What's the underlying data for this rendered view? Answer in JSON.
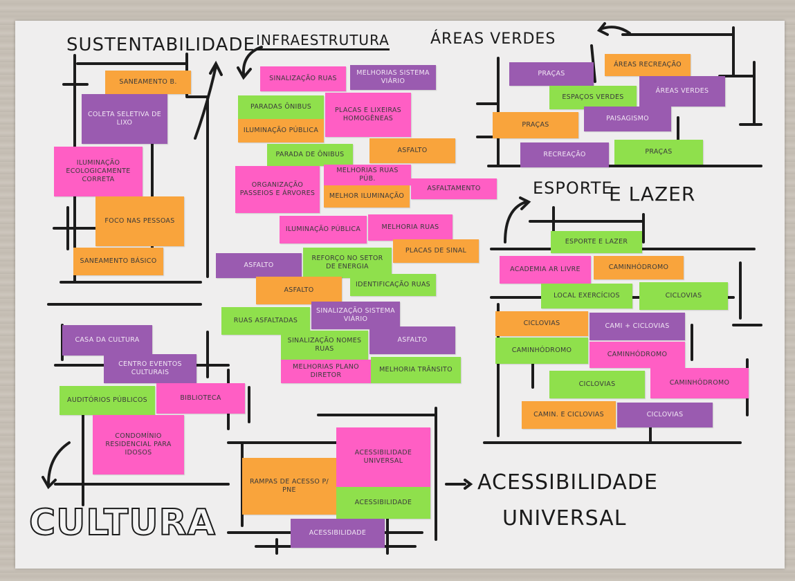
{
  "headings": {
    "sustentabilidade": "SUSTENTABILIDADE",
    "infraestrutura": "INFRAESTRUTURA",
    "areas_verdes": "ÁREAS VERDES",
    "esporte": "ESPORTE",
    "e_lazer": "E LAZER",
    "cultura": "CULTURA",
    "acessibilidade_1": "ACESSIBILIDADE",
    "acessibilidade_2": "UNIVERSAL"
  },
  "notes": {
    "sustentabilidade": [
      "SANEAMENTO B.",
      "COLETA SELETIVA DE LIXO",
      "ILUMINAÇÃO ECOLOGICAMENTE CORRETA",
      "FOCO NAS PESSOAS",
      "SANEAMENTO BÁSICO"
    ],
    "infraestrutura": [
      "SINALIZAÇÃO RUAS",
      "MELHORIAS SISTEMA VIÁRIO",
      "PARADAS ÔNIBUS",
      "PLACAS E LIXEIRAS HOMOGÊNEAS",
      "ILUMINAÇÃO PÚBLICA",
      "PARADA DE ÔNIBUS",
      "ASFALTO",
      "ORGANIZAÇÃO PASSEIOS E ÁRVORES",
      "MELHORIAS RUAS PÚB.",
      "ASFALTAMENTO",
      "MELHOR ILUMINAÇÃO",
      "ILUMINAÇÃO PÚBLICA",
      "MELHORIA RUAS",
      "ASFALTO",
      "REFORÇO NO SETOR DE ENERGIA",
      "PLACAS DE SINAL",
      "ASFALTO",
      "IDENTIFICAÇÃO RUAS",
      "RUAS ASFALTADAS",
      "SINALIZAÇÃO SISTEMA VIÁRIO",
      "SINALIZAÇÃO NOMES RUAS",
      "ASFALTO",
      "MELHORIAS PLANO DIRETOR",
      "MELHORIA TRÂNSITO"
    ],
    "areas_verdes": [
      "PRAÇAS",
      "ÁREAS RECREAÇÃO",
      "ESPAÇOS VERDES",
      "ÁREAS VERDES",
      "PRAÇAS",
      "PAISAGISMO",
      "RECREAÇÃO",
      "PRAÇAS"
    ],
    "esporte": [
      "ESPORTE E LAZER",
      "ACADEMIA AR LIVRE",
      "CAMINHÓDROMO",
      "LOCAL EXERCÍCIOS",
      "CICLOVIAS",
      "CICLOVIAS",
      "CAMI + CICLOVIAS",
      "CAMINHÓDROMO",
      "CAMINHÓDROMO",
      "CICLOVIAS",
      "CAMINHÓDROMO",
      "CAMIN. E CICLOVIAS",
      "CICLOVIAS"
    ],
    "cultura": [
      "CASA DA CULTURA",
      "CENTRO EVENTOS CULTURAIS",
      "AUDITÓRIOS PÚBLICOS",
      "BIBLIOTECA",
      "CONDOMÍNIO RESIDENCIAL PARA IDOSOS"
    ],
    "acessibilidade": [
      "RAMPAS DE ACESSO P/ PNE",
      "ACESSIBILIDADE UNIVERSAL",
      "ACESSIBILIDADE",
      "ACESSIBILIDADE"
    ]
  },
  "colors": {
    "orange": "#f9a43c",
    "pink": "#ff5ec4",
    "green": "#8fe04c",
    "purple": "#9a5bb0"
  }
}
